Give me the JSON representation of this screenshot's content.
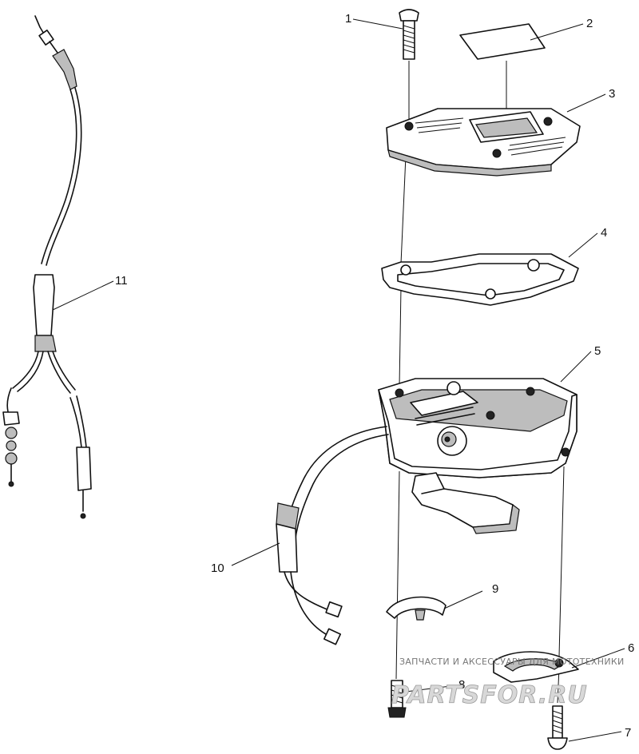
{
  "callouts": {
    "n1": "1",
    "n2": "2",
    "n3": "3",
    "n4": "4",
    "n5": "5",
    "n6": "6",
    "n7": "7",
    "n8": "8",
    "n9": "9",
    "n10": "10",
    "n11": "11"
  },
  "watermark": {
    "tagline": "ЗАПЧАСТИ И АКСЕССУАРЫ ДЛЯ МОТОТЕХНИКИ",
    "site": "PARTSFOR.RU"
  }
}
